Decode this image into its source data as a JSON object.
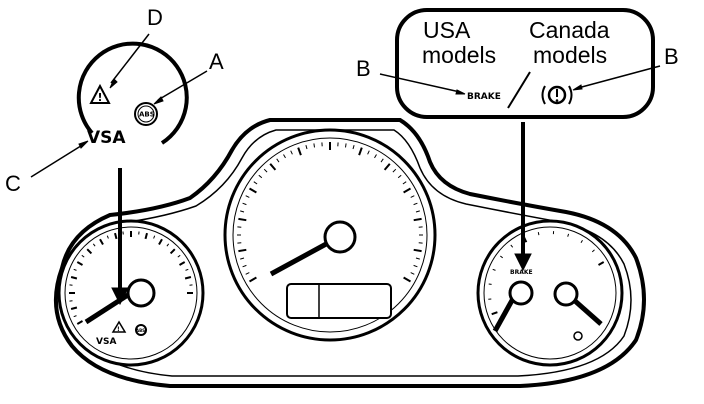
{
  "callouts": {
    "a": "A",
    "b_left": "B",
    "b_right": "B",
    "c": "C",
    "d": "D"
  },
  "panel": {
    "usa_line1": "USA",
    "usa_line2": "models",
    "canada_line1": "Canada",
    "canada_line2": "models",
    "brake_text": "BRAKE",
    "brake_symbol": "(!)"
  },
  "vsa_inset": {
    "vsa_text": "VSA",
    "abs_text": "ABS",
    "warning_symbol": "!"
  },
  "cluster": {
    "left_vsa_text": "VSA",
    "left_warning_symbol": "!",
    "right_brake_text": "BRAKE"
  },
  "icons": [
    "vsa-activation-indicator-icon",
    "abs-indicator-icon",
    "vsa-off-indicator-icon",
    "brake-system-indicator-icon"
  ]
}
